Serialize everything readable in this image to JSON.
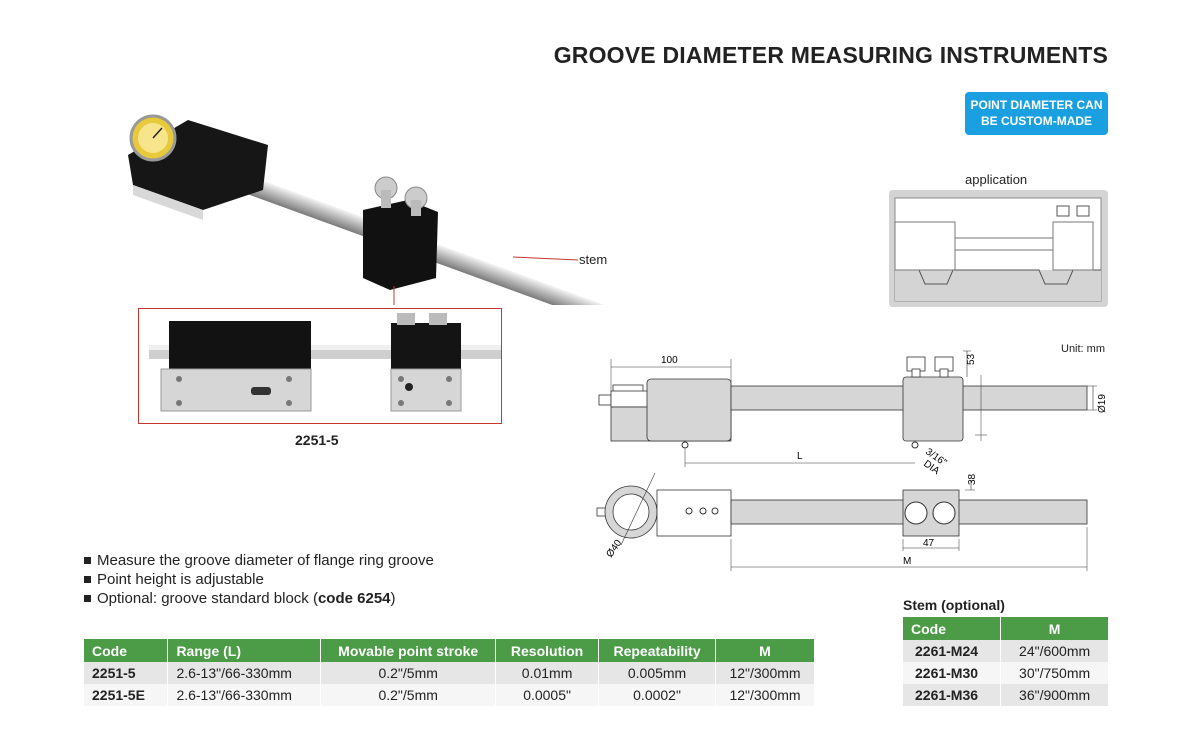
{
  "title": "GROOVE DIAMETER MEASURING INSTRUMENTS",
  "badge": {
    "line1": "POINT DIAMETER CAN",
    "line2": "BE CUSTOM-MADE"
  },
  "application_label": "application",
  "stem_label": "stem",
  "model_label": "2251-5",
  "unit_label": "Unit: mm",
  "drawing": {
    "dim_100": "100",
    "dim_53": "53",
    "dim_19": "Ø19",
    "dim_L": "L",
    "dim_316": "3/16\"",
    "dim_dia": "DIA",
    "dim_38": "38",
    "dim_40": "Ø40",
    "dim_47": "47",
    "dim_M": "M"
  },
  "features": {
    "f1": "Measure the groove diameter of flange ring groove",
    "f2": "Point height is adjustable",
    "f3_prefix": "Optional: groove standard block (",
    "f3_bold": "code 6254",
    "f3_suffix": ")"
  },
  "main_table": {
    "headers": [
      "Code",
      "Range (L)",
      "Movable point stroke",
      "Resolution",
      "Repeatability",
      "M"
    ],
    "rows": [
      [
        "2251-5",
        "2.6-13\"/66-330mm",
        "0.2\"/5mm",
        "0.01mm",
        "0.005mm",
        "12\"/300mm"
      ],
      [
        "2251-5E",
        "2.6-13\"/66-330mm",
        "0.2\"/5mm",
        "0.0005\"",
        "0.0002\"",
        "12\"/300mm"
      ]
    ]
  },
  "stem_table": {
    "title": "Stem (optional)",
    "headers": [
      "Code",
      "M"
    ],
    "rows": [
      [
        "2261-M24",
        "24\"/600mm"
      ],
      [
        "2261-M30",
        "30\"/750mm"
      ],
      [
        "2261-M36",
        "36\"/900mm"
      ]
    ]
  },
  "colors": {
    "header_green": "#4b9b47",
    "badge_blue": "#1aa0e0",
    "highlight_red": "#c0392b"
  }
}
